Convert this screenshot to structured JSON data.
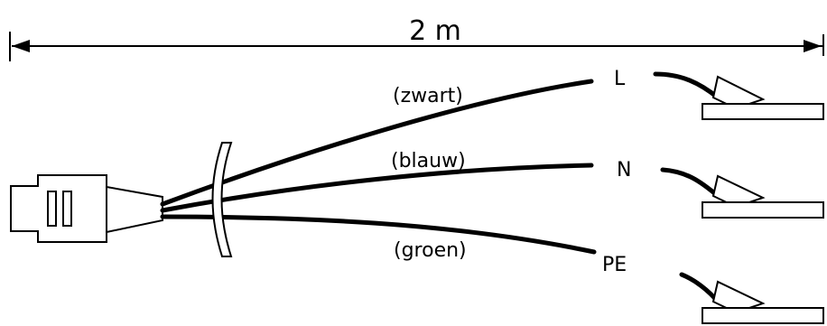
{
  "dimension": {
    "label": "2 m"
  },
  "wires": [
    {
      "color_label": "(zwart)",
      "terminal": "L"
    },
    {
      "color_label": "(blauw)",
      "terminal": "N"
    },
    {
      "color_label": "(groen)",
      "terminal": "PE"
    }
  ],
  "colors": {
    "stroke": "#000000",
    "background": "#ffffff"
  }
}
